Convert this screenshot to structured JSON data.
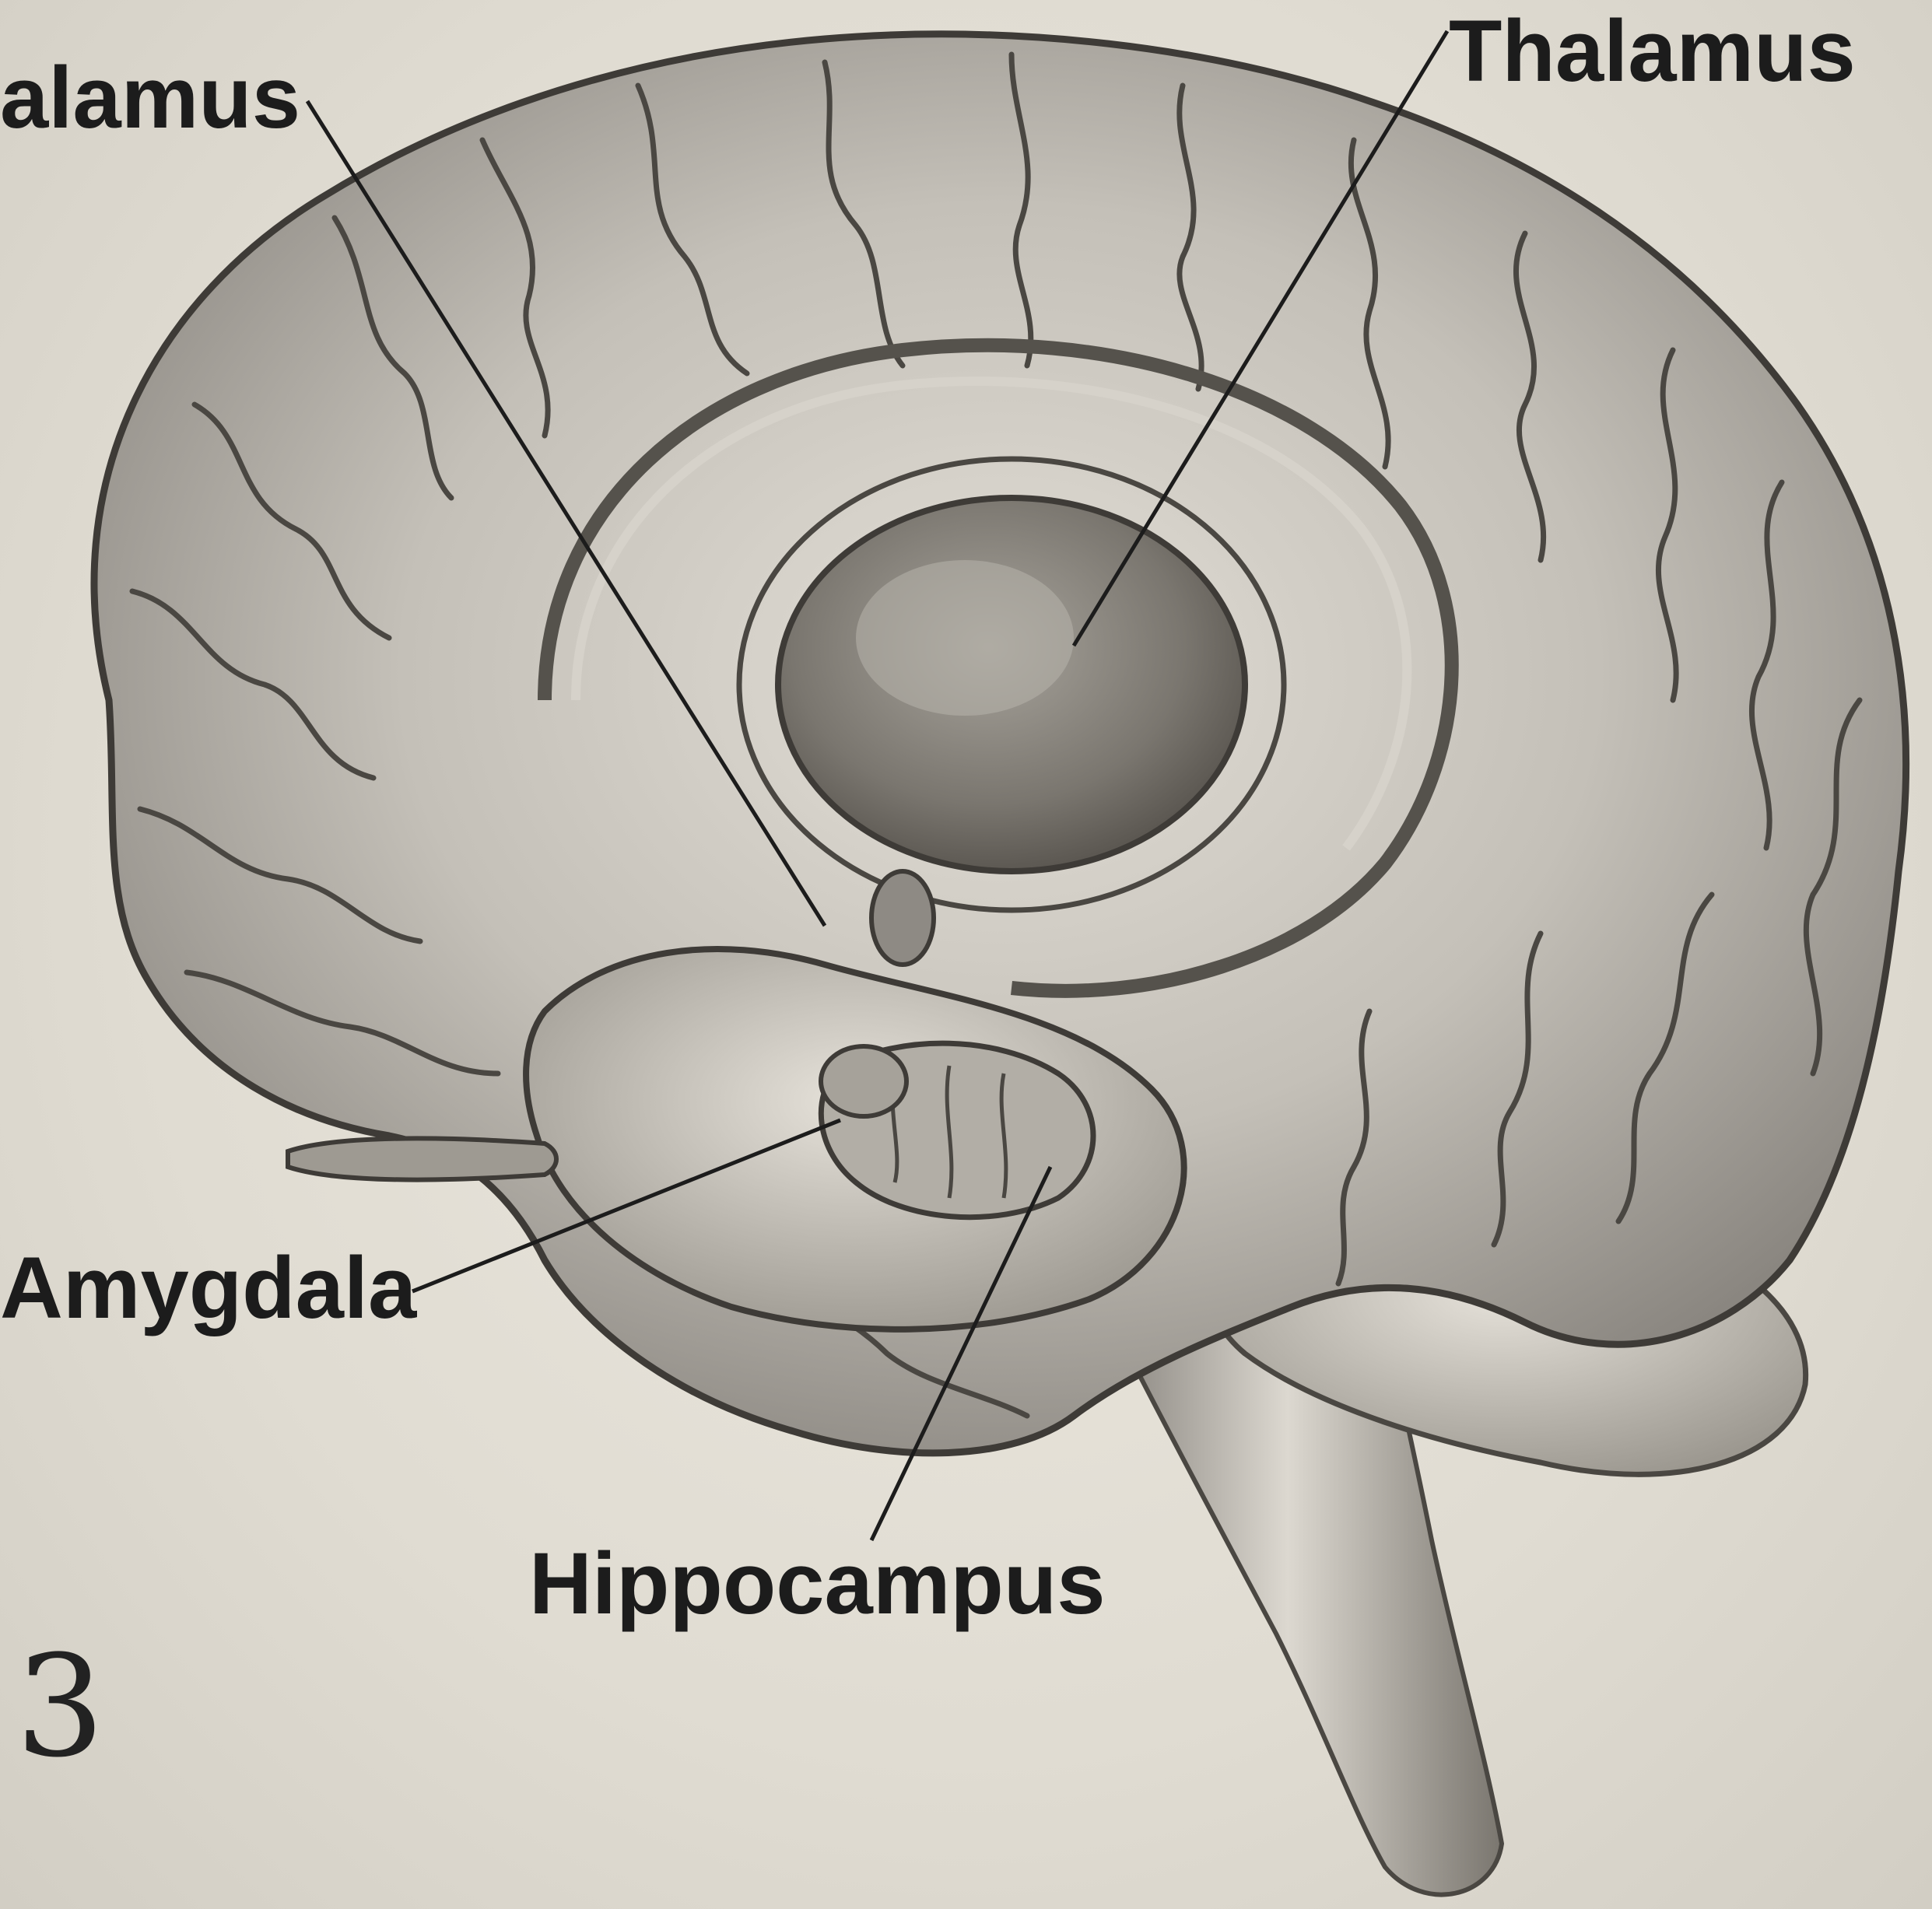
{
  "labels": {
    "hypothalamus": "alamus",
    "thalamus": "Thalamus",
    "amygdala": "Amygdala",
    "hippocampus": "Hippocampus"
  },
  "page_mark": "3",
  "colors": {
    "paper": "#e4e0d6",
    "brain_light": "#e8e4dc",
    "brain_mid": "#b8b4ac",
    "brain_dark": "#6e6a64",
    "ink": "#1c1c1c"
  }
}
